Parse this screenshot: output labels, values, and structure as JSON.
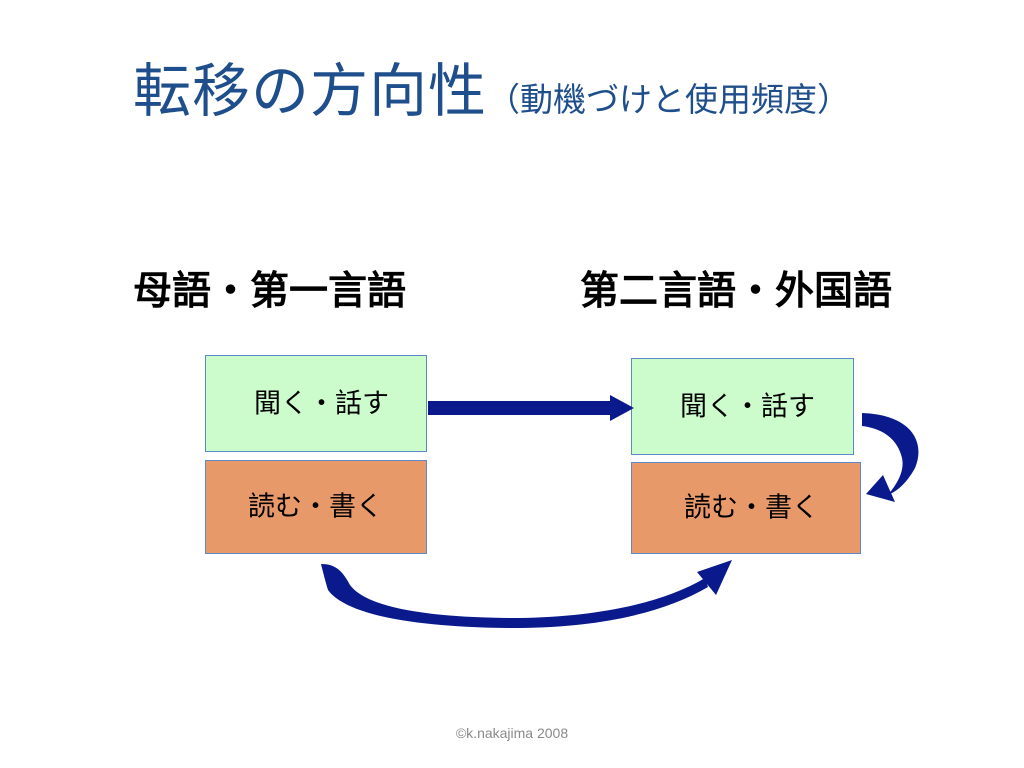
{
  "slide": {
    "title_main": "転移の方向性",
    "title_sub": "（動機づけと使用頻度）",
    "heading_left": "母語・第一言語",
    "heading_right": "第二言語・外国語",
    "box_listen_speak": "聞く・話す",
    "box_read_write": "読む・書く",
    "copyright": "©k.nakajima 2008"
  },
  "colors": {
    "title": "#1f4e8c",
    "listen_box_fill": "#ccfccc",
    "read_box_fill": "#e8996a",
    "box_border": "#5d8ac6",
    "arrow": "#0a1a8c"
  }
}
